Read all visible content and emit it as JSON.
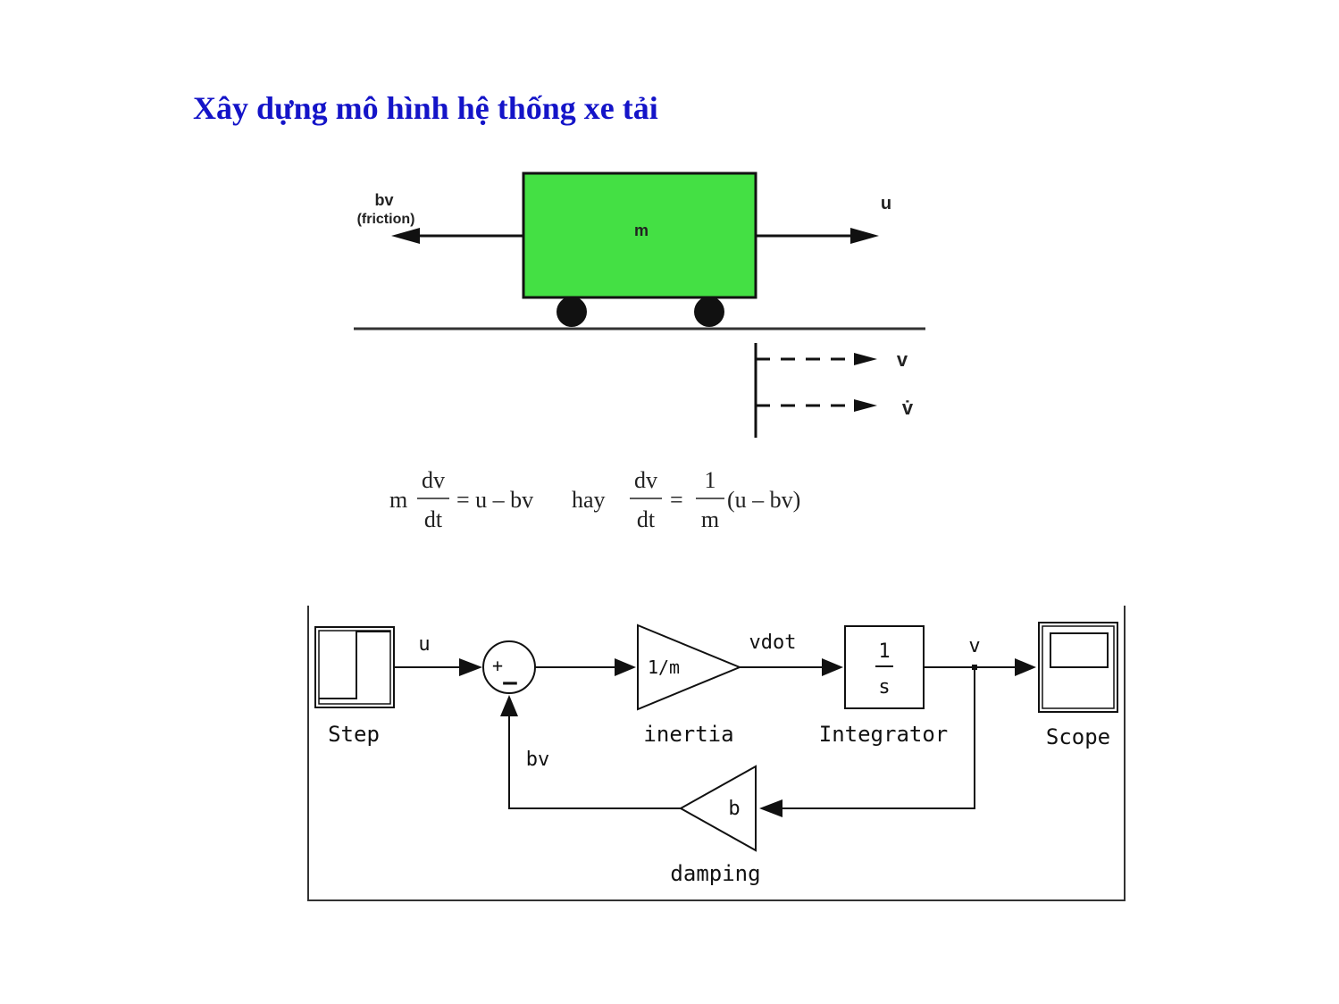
{
  "title": "Xây dựng mô hình hệ thống xe tải",
  "truck": {
    "mass_label": "m",
    "friction_label_1": "bv",
    "friction_label_2": "(friction)",
    "input_label": "u",
    "velocity_label": "v",
    "accel_label": "v̇",
    "body_color": "#44e044"
  },
  "equation": {
    "lhs_m": "m",
    "frac1_num": "dv",
    "frac1_den": "dt",
    "mid": "= u – bv",
    "hay": "hay",
    "frac2_num": "dv",
    "frac2_den": "dt",
    "eq": "=",
    "frac3_num": "1",
    "frac3_den": "m",
    "rhs": "(u – bv)"
  },
  "simulink": {
    "step_label": "Step",
    "u_label": "u",
    "sum_plus": "+",
    "sum_minus": "–",
    "gain_text": "1/m",
    "inertia_label": "inertia",
    "vdot_label": "vdot",
    "int_num": "1",
    "int_den": "s",
    "integrator_label": "Integrator",
    "v_label": "v",
    "scope_label": "Scope",
    "bv_label": "bv",
    "damping_gain": "b",
    "damping_label": "damping"
  }
}
